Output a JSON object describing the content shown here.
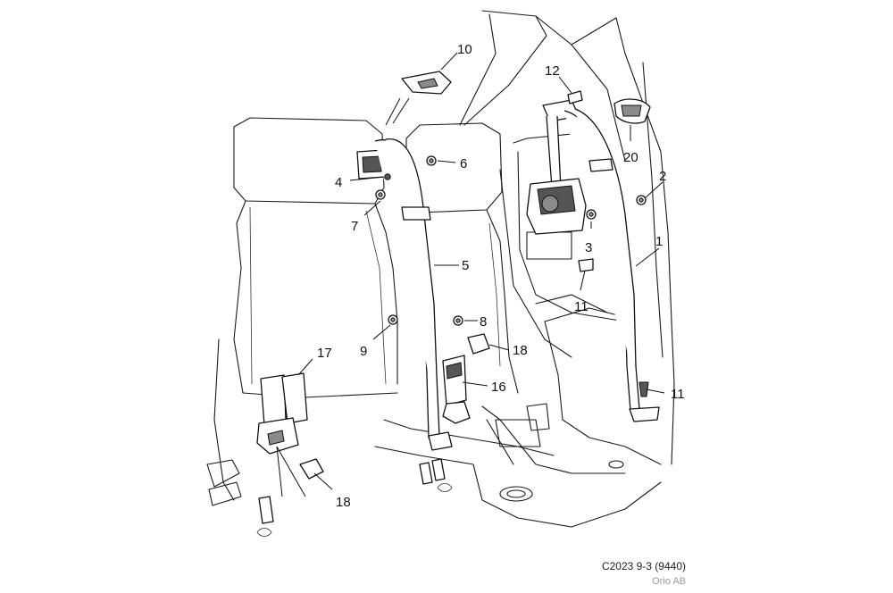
{
  "caption": {
    "code": "C2023 9-3 (9440)",
    "org": "Orio AB"
  },
  "callouts": [
    {
      "id": "c1",
      "text": "1"
    },
    {
      "id": "c2",
      "text": "2"
    },
    {
      "id": "c3",
      "text": "3"
    },
    {
      "id": "c4",
      "text": "4"
    },
    {
      "id": "c5",
      "text": "5"
    },
    {
      "id": "c6",
      "text": "6"
    },
    {
      "id": "c7",
      "text": "7"
    },
    {
      "id": "c8",
      "text": "8"
    },
    {
      "id": "c9",
      "text": "9"
    },
    {
      "id": "c10",
      "text": "10"
    },
    {
      "id": "c11a",
      "text": "11"
    },
    {
      "id": "c11b",
      "text": "11"
    },
    {
      "id": "c12",
      "text": "12"
    },
    {
      "id": "c16",
      "text": "16"
    },
    {
      "id": "c17",
      "text": "17"
    },
    {
      "id": "c18a",
      "text": "18"
    },
    {
      "id": "c18b",
      "text": "18"
    },
    {
      "id": "c20",
      "text": "20"
    }
  ]
}
